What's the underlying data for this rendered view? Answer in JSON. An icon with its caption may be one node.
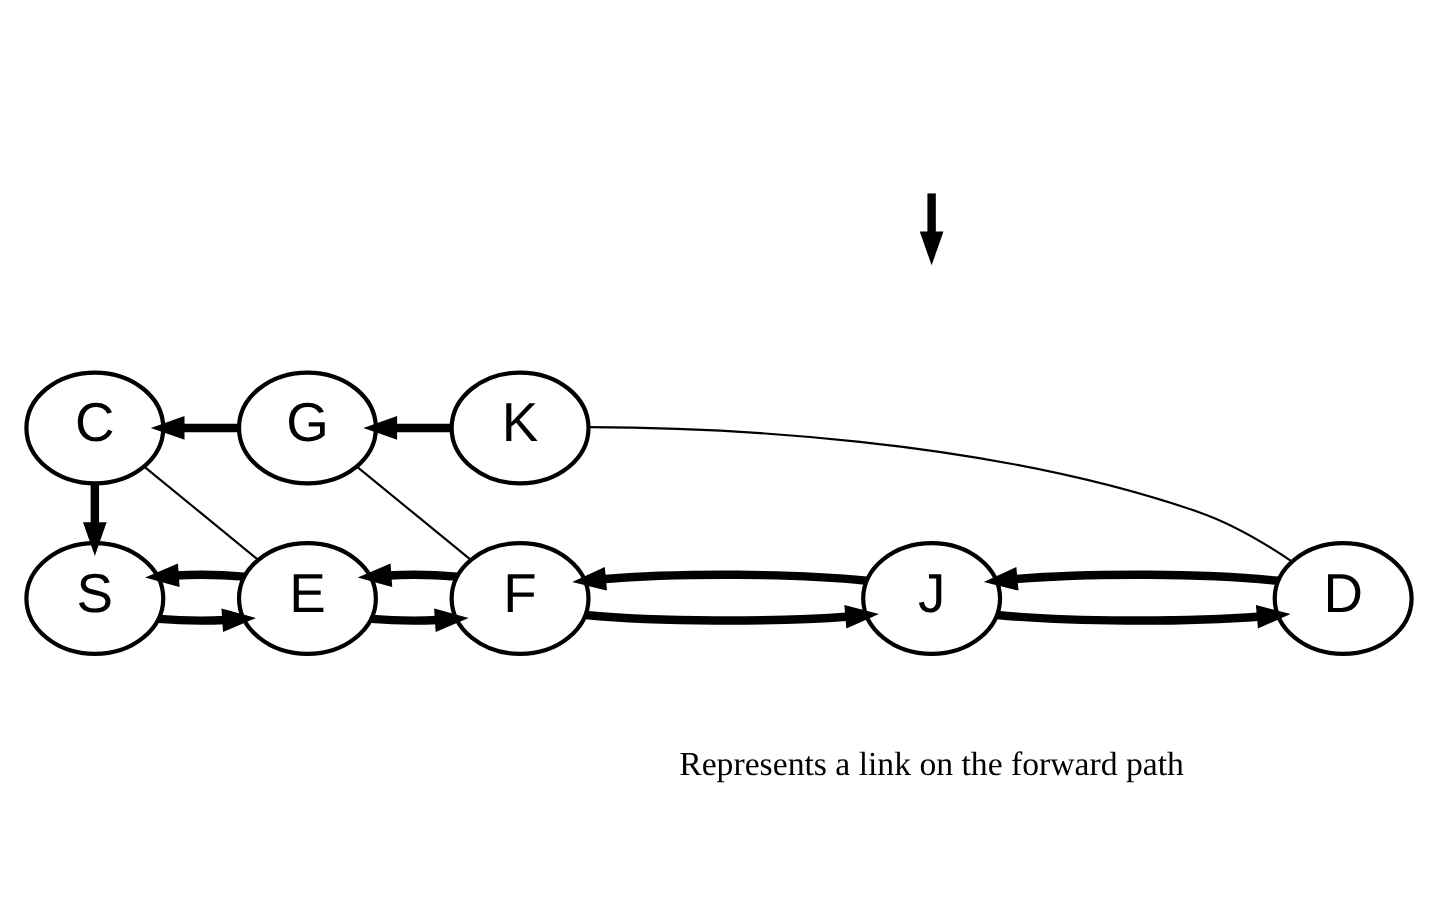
{
  "diagram": {
    "nodes": [
      {
        "text": [
          "S"
        ]
      },
      {
        "text": [
          "E"
        ]
      },
      {
        "text": [
          "F"
        ]
      },
      {
        "text": [
          "J"
        ]
      },
      {
        "text": [
          "D"
        ]
      },
      {
        "text": [
          "C"
        ]
      },
      {
        "text": [
          "G"
        ]
      },
      {
        "text": [
          "K"
        ]
      }
    ],
    "edges": [
      {
        "from": 0,
        "to": 1,
        "arrow": "to"
      },
      {
        "from": 1,
        "to": 2,
        "arrow": "to"
      },
      {
        "from": 2,
        "to": 3,
        "arrow": "to"
      },
      {
        "from": 3,
        "to": 4,
        "arrow": "to"
      },
      {
        "from": 1,
        "to": 0,
        "arrow": "to"
      },
      {
        "from": 2,
        "to": 1,
        "arrow": "to"
      },
      {
        "from": 3,
        "to": 2,
        "arrow": "to"
      },
      {
        "from": 4,
        "to": 3,
        "arrow": "to"
      },
      {
        "from": 5,
        "to": 0,
        "arrow": "to"
      },
      {
        "from": 6,
        "to": 5,
        "arrow": "to"
      },
      {
        "from": 7,
        "to": 6,
        "arrow": "to"
      },
      {
        "from": 1,
        "to": 5,
        "arrow": "none"
      },
      {
        "from": 2,
        "to": 6,
        "arrow": "none"
      },
      {
        "from": 7,
        "to": 4,
        "arrow": "none"
      }
    ],
    "legend": [
      {
        "text": "Represents a link on the forward path"
      }
    ]
  }
}
